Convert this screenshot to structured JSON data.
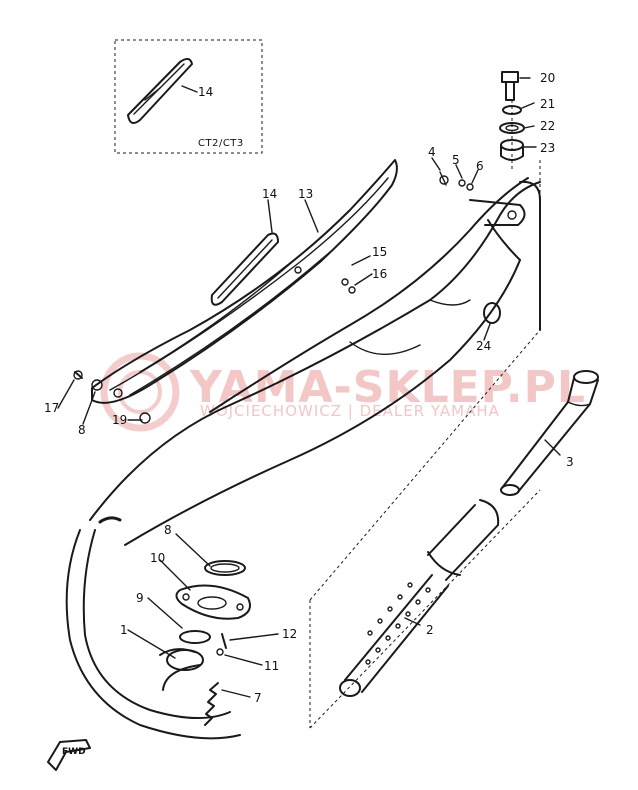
{
  "diagram": {
    "inset_label": "CT2/CT3",
    "forward_label": "FWD",
    "watermark": {
      "main": "YAMA-SKLEP.PL",
      "sub": "WOJCIECHOWICZ | DEALER YAMAHA"
    },
    "callouts": {
      "n1": "1",
      "n2": "2",
      "n3": "3",
      "n4": "4",
      "n5": "5",
      "n6": "6",
      "n7": "7",
      "n8_upper": "8",
      "n8_lower": "8",
      "n9": "9",
      "n10": "10",
      "n11": "11",
      "n12": "12",
      "n13": "13",
      "n14_inset": "14",
      "n14_main": "14",
      "n15": "15",
      "n16": "16",
      "n17": "17",
      "n19": "19",
      "n20": "20",
      "n21": "21",
      "n22": "22",
      "n23": "23",
      "n24": "24"
    }
  }
}
